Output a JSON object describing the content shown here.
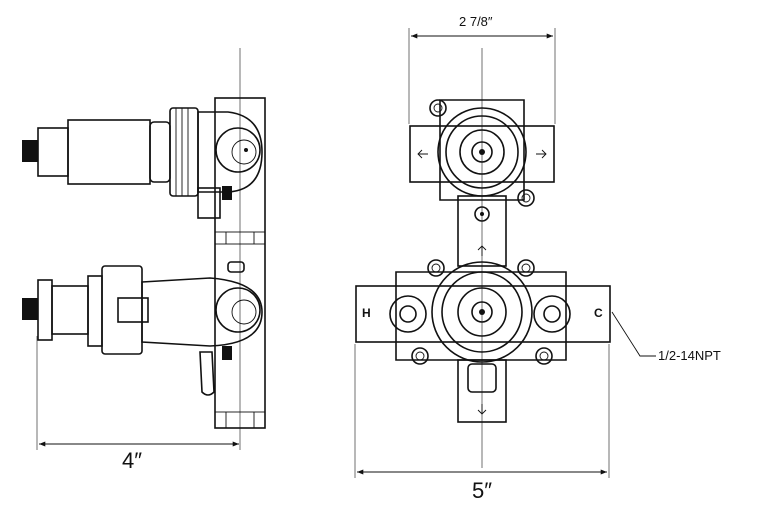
{
  "dimensions": {
    "top_width": "2 7/8″",
    "side_depth": "4″",
    "front_width": "5″"
  },
  "ports": {
    "hot": "H",
    "cold": "C",
    "thread": "1/2-14NPT"
  }
}
